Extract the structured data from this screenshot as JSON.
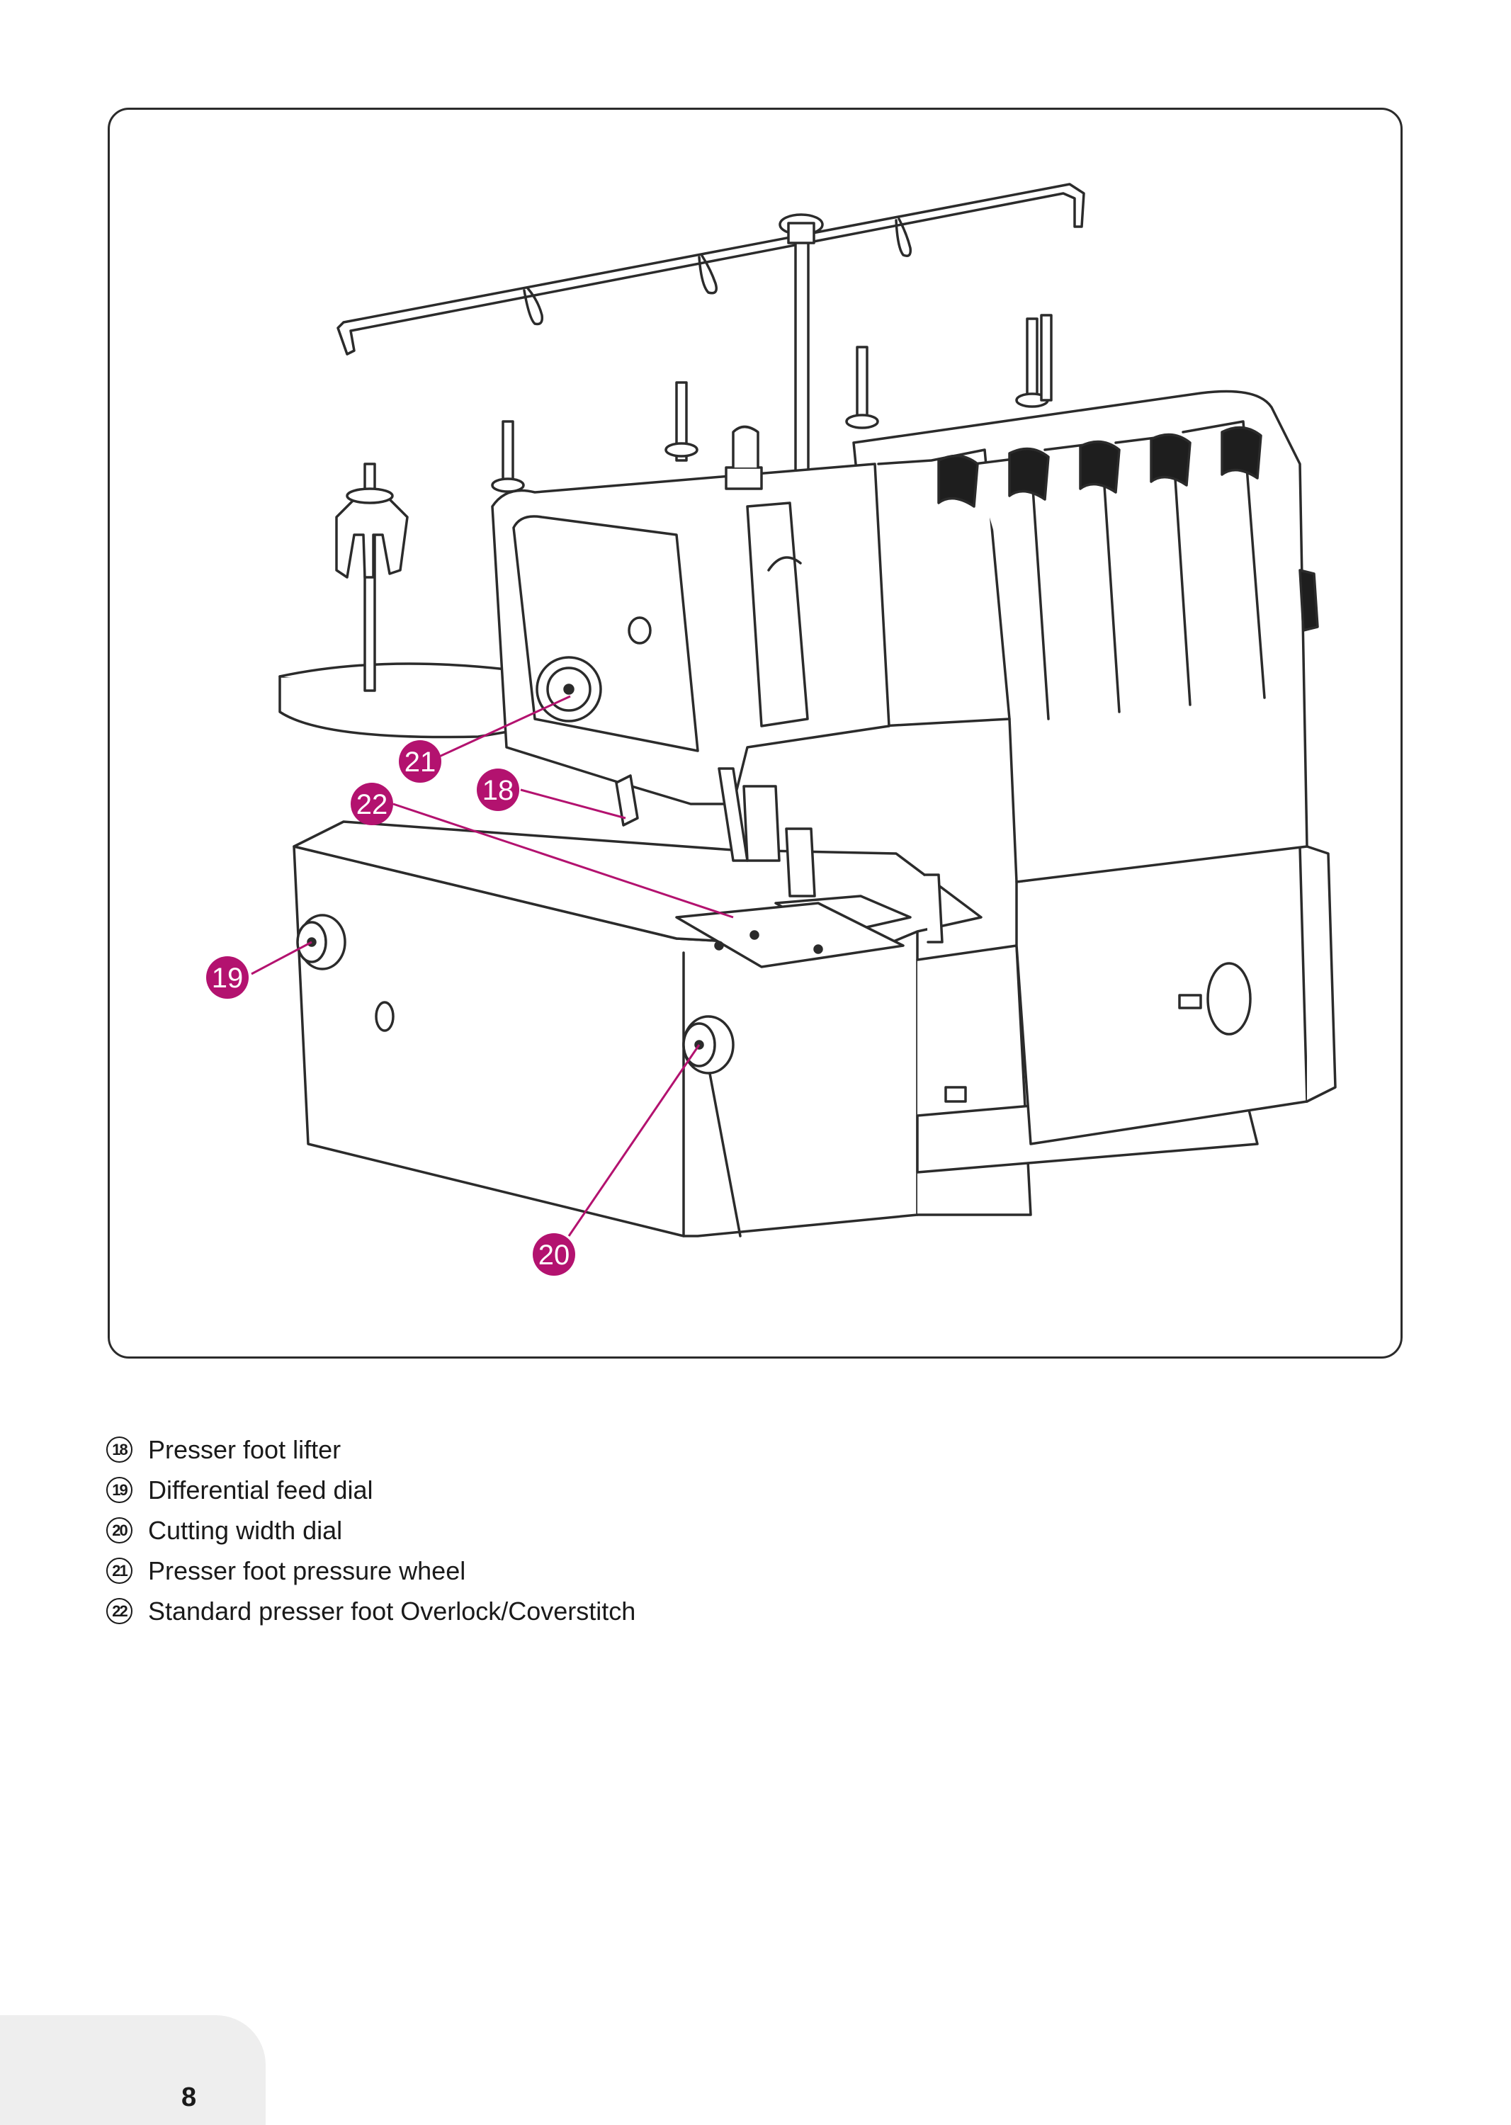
{
  "colors": {
    "callout": "#b3126f",
    "line": "#2b2b2b"
  },
  "callouts": [
    {
      "num": "18",
      "label": "Presser foot lifter"
    },
    {
      "num": "19",
      "label": "Differential feed dial"
    },
    {
      "num": "20",
      "label": "Cutting width dial"
    },
    {
      "num": "21",
      "label": "Presser foot pressure wheel"
    },
    {
      "num": "22",
      "label": "Standard presser foot Overlock/Coverstitch"
    }
  ],
  "page_number": "8"
}
